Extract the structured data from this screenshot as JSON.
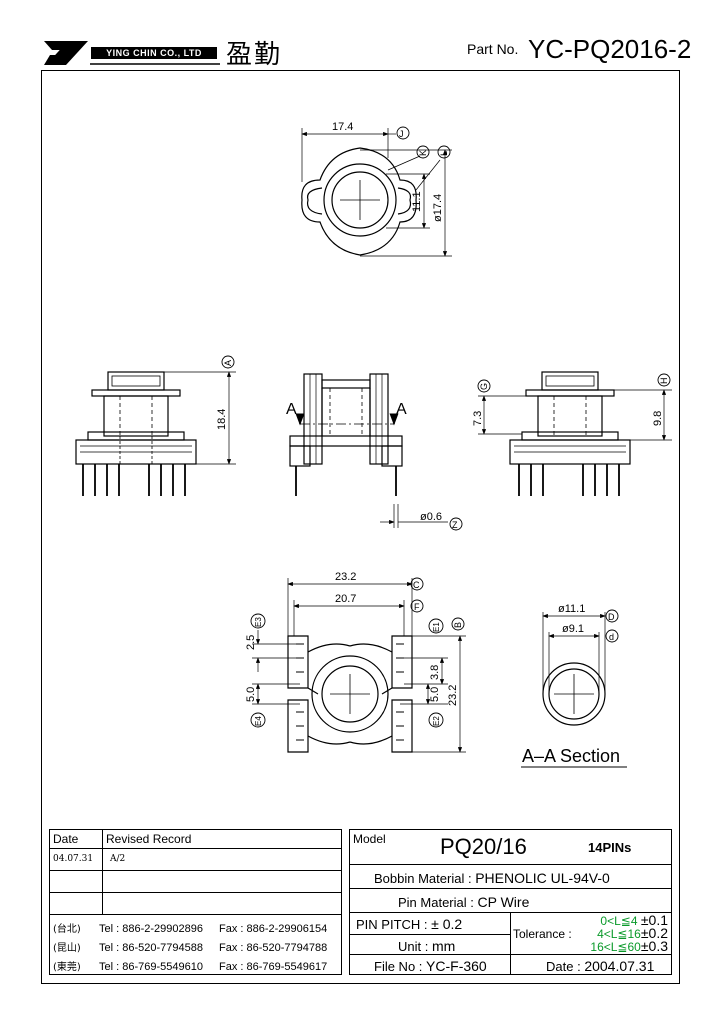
{
  "header": {
    "company_name": "YING CHIN CO., LTD",
    "company_name_cn": "盈勤",
    "part_no_label": "Part No.",
    "part_no": "YC-PQ2016-2"
  },
  "dimensions": {
    "top_width": "17.4",
    "top_inner": "11.1",
    "top_outer": "ø17.4",
    "height": "18.4",
    "g_dim": "7.3",
    "h_dim": "9.8",
    "pin_dia": "ø0.6",
    "bottom_width": "23.2",
    "bottom_inner_width": "20.7",
    "pin_pitch_top": "2.5",
    "slot_left": "5.0",
    "slot_right": "5.0",
    "right_small": "3.8",
    "right_height": "23.2",
    "section_outer": "ø11.1",
    "section_inner": "ø9.1",
    "section_marker": "A"
  },
  "callouts": {
    "J": "J",
    "K": "K",
    "L": "L",
    "A": "A",
    "G": "G",
    "H": "H",
    "Z": "Z",
    "C": "C",
    "F": "F",
    "E3": "E3",
    "E1": "E1",
    "B": "B",
    "E4": "E4",
    "E2": "E2",
    "D": "D",
    "d": "d"
  },
  "section_title": "A–A Section",
  "revision": {
    "col_date": "Date",
    "col_record": "Revised Record",
    "rows": [
      {
        "date": "04.07.31",
        "record": "A/2"
      }
    ]
  },
  "contacts": [
    {
      "region": "(台北)",
      "tel": "Tel : 886-2-29902896",
      "fax": "Fax : 886-2-29906154"
    },
    {
      "region": "(昆山)",
      "tel": "Tel : 86-520-7794588",
      "fax": "Fax : 86-520-7794788"
    },
    {
      "region": "(東莞)",
      "tel": "Tel : 86-769-5549610",
      "fax": "Fax : 86-769-5549617"
    }
  ],
  "spec": {
    "model_label": "Model",
    "model": "PQ20/16",
    "pins": "14PINs",
    "bobbin_label": "Bobbin Material :",
    "bobbin": "PHENOLIC UL-94V-0",
    "pin_label": "Pin Material :",
    "pin": "CP Wire",
    "pitch_label": "PIN PITCH :",
    "pitch": "± 0.2",
    "unit_label": "Unit :",
    "unit": "mm",
    "file_label": "File No :",
    "file": "YC-F-360",
    "tolerance_label": "Tolerance :",
    "tol_rows": [
      {
        "range": "0<L≦4",
        "value": "±0.1"
      },
      {
        "range": "4<L≦16",
        "value": "±0.2"
      },
      {
        "range": "16<L≦60",
        "value": "±0.3"
      }
    ],
    "date_label": "Date :",
    "date": "2004.07.31"
  }
}
